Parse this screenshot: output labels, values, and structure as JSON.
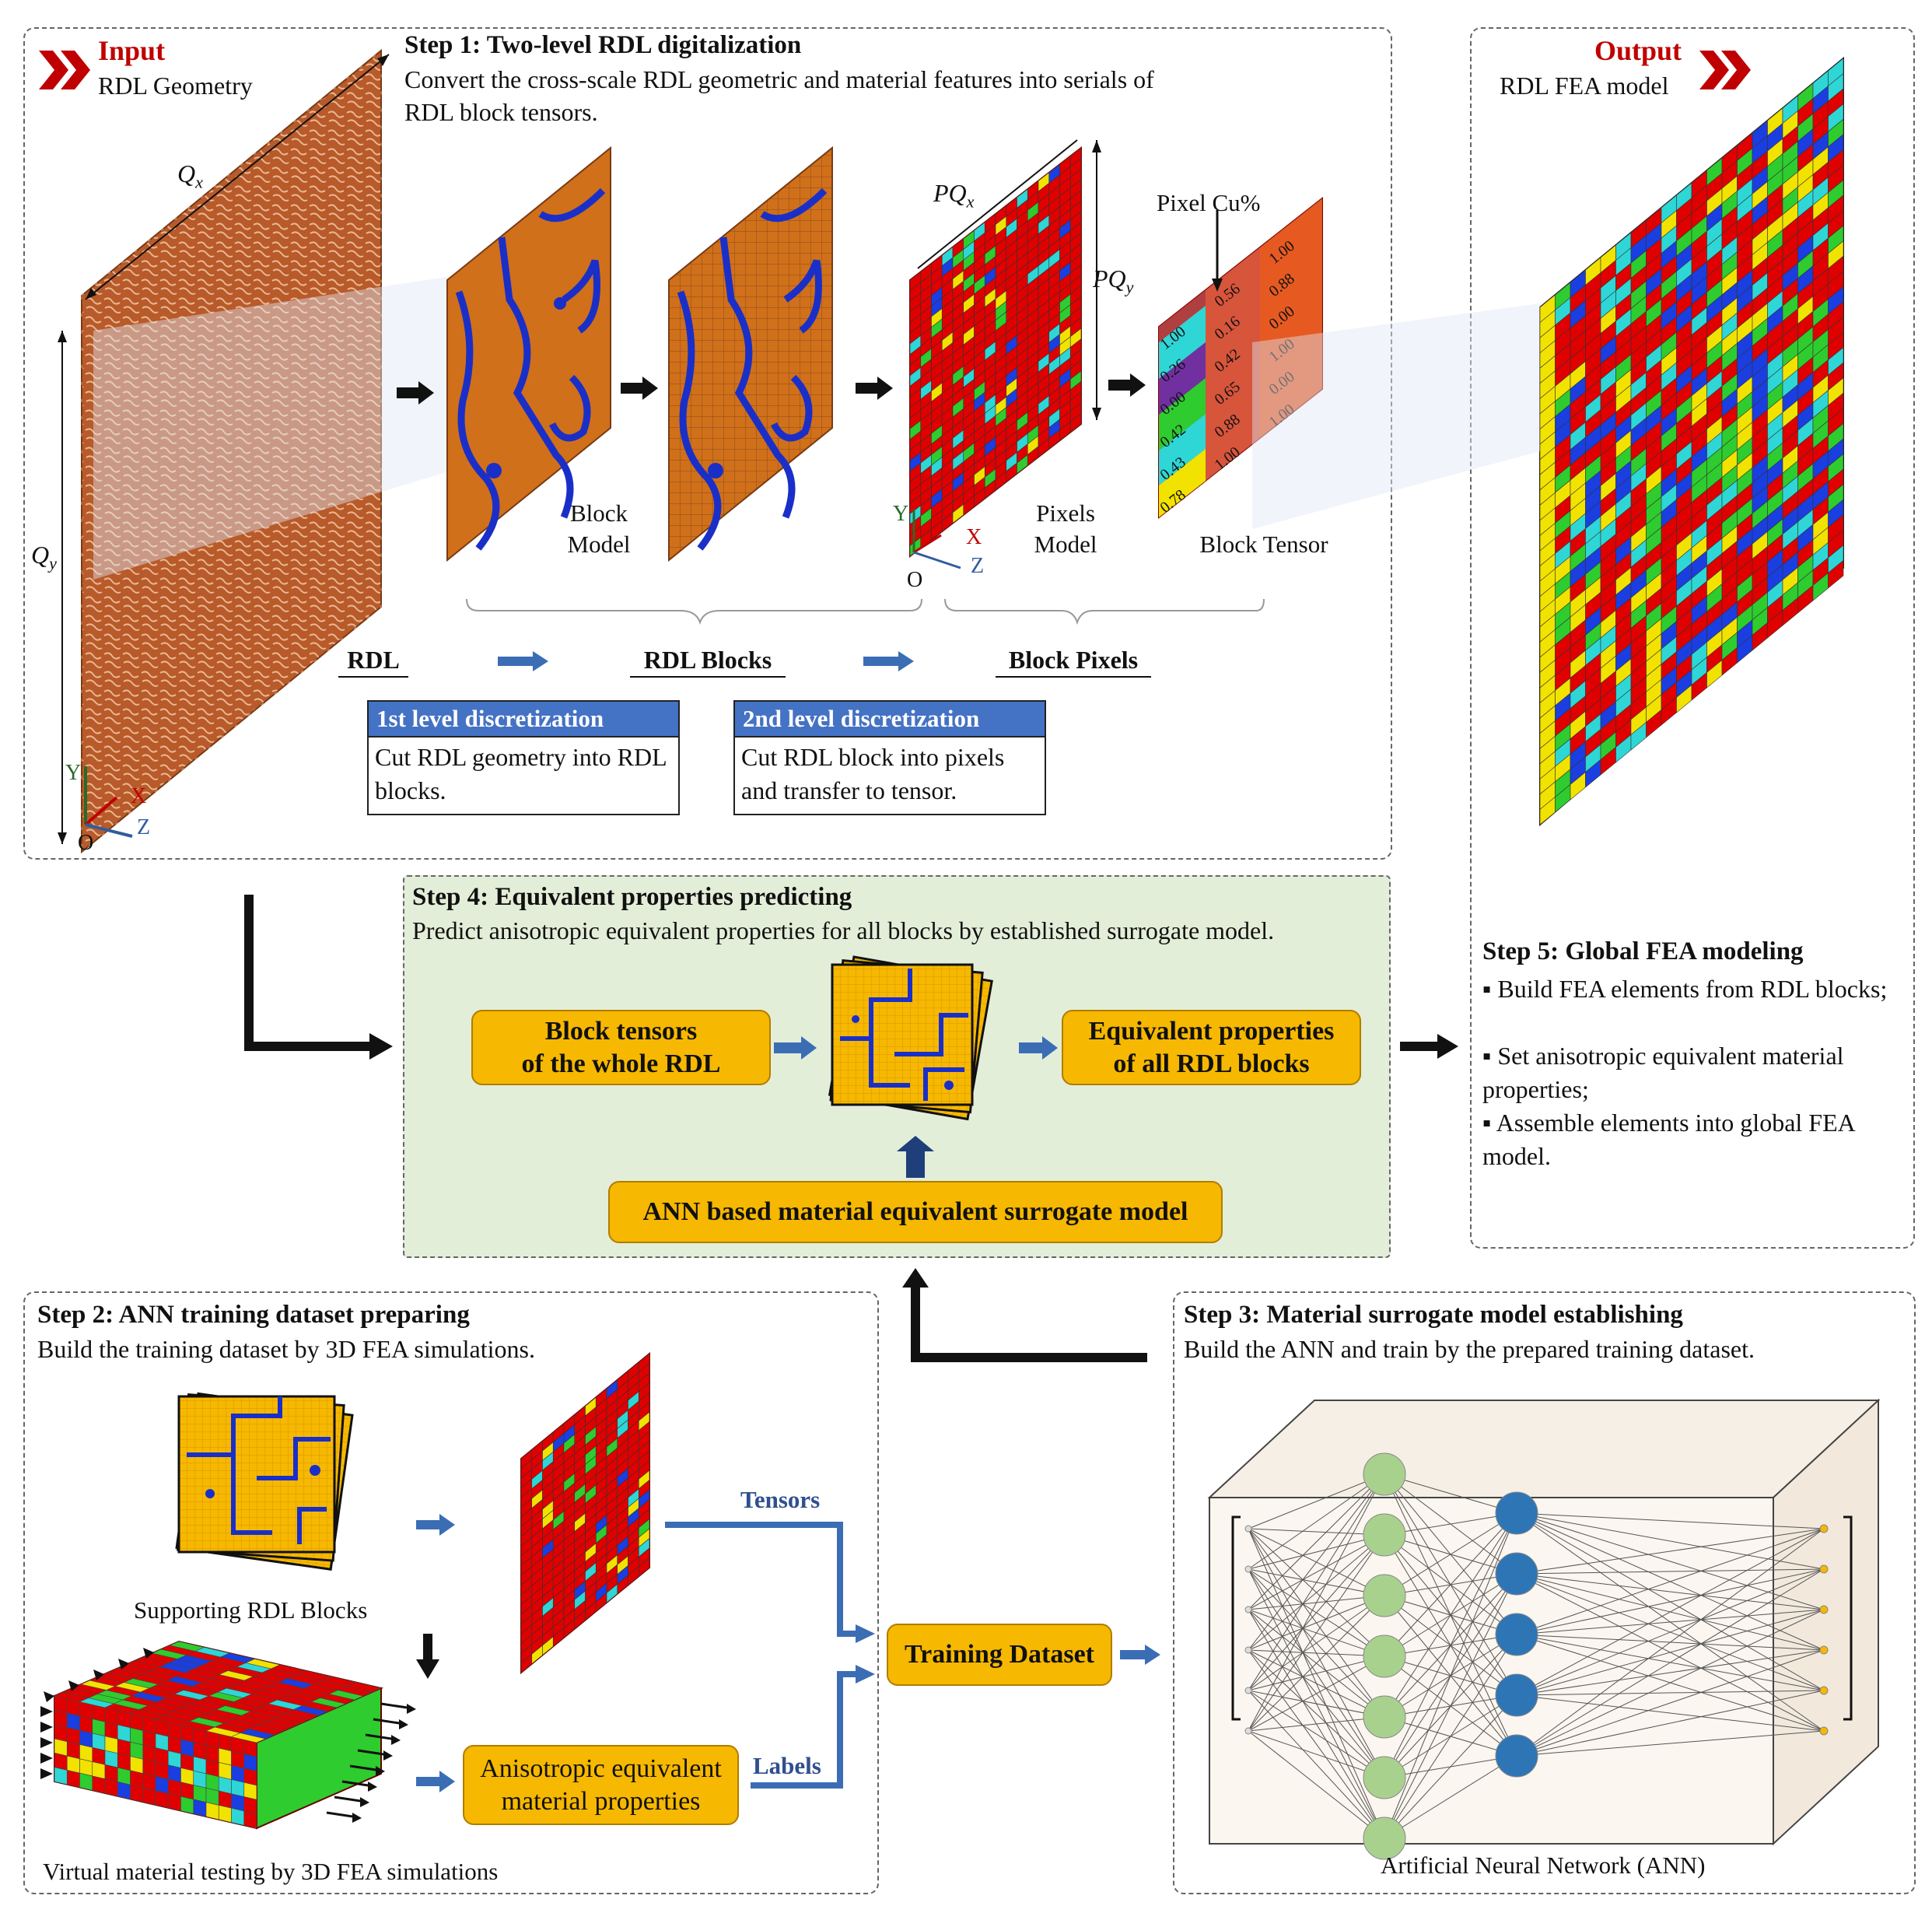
{
  "step1": {
    "input_tag": "Input",
    "input_sub": "RDL Geometry",
    "title": "Step 1: Two-level RDL digitalization",
    "desc_line1": "Convert the cross-scale RDL geometric and material features into serials of",
    "desc_line2": "RDL block tensors.",
    "qx": "Q",
    "qx_sub": "x",
    "qy": "Q",
    "qy_sub": "y",
    "pqx": "PQ",
    "pqx_sub": "x",
    "pqy": "PQ",
    "pqy_sub": "y",
    "pixel_cu": "Pixel Cu%",
    "block_model": [
      "Block",
      "Model"
    ],
    "pixels_model": [
      "Pixels",
      "Model"
    ],
    "block_tensor": "Block Tensor",
    "axis": {
      "x": "X",
      "y": "Y",
      "z": "Z",
      "o": "O"
    },
    "flow": [
      "RDL",
      "RDL Blocks",
      "Block Pixels"
    ],
    "level1": {
      "header": "1st level discretization",
      "body": "Cut RDL geometry into RDL blocks."
    },
    "level2": {
      "header": "2nd level discretization",
      "body": "Cut RDL block into pixels and transfer to tensor."
    },
    "tensor_values": [
      "1.00",
      "0.26",
      "0.00",
      "0.42",
      "0.43",
      "0.78",
      "0.56",
      "0.16",
      "0.42",
      "0.65",
      "0.88",
      "1.00",
      "1.00",
      "0.88",
      "0.00",
      "1.00",
      "0.00",
      "1.00"
    ]
  },
  "output": {
    "tag": "Output",
    "sub": "RDL FEA model"
  },
  "step4": {
    "title": "Step 4: Equivalent properties predicting",
    "desc": "Predict anisotropic equivalent properties for all blocks by established surrogate model.",
    "box_left": [
      "Block tensors",
      "of the whole RDL"
    ],
    "box_right": [
      "Equivalent properties",
      "of all RDL blocks"
    ],
    "box_bottom": "ANN based material equivalent surrogate model"
  },
  "step5": {
    "title": "Step 5: Global FEA modeling",
    "bullets": [
      "▪ Build FEA elements from RDL blocks;",
      "▪ Set anisotropic equivalent material properties;",
      "▪ Assemble elements into global FEA model."
    ]
  },
  "step2": {
    "title": "Step 2: ANN training dataset preparing",
    "desc": "Build the training dataset by 3D FEA simulations.",
    "supporting": "Supporting RDL Blocks",
    "virtual": "Virtual material testing by 3D FEA simulations",
    "aniso": [
      "Anisotropic equivalent",
      "material properties"
    ],
    "tensors": "Tensors",
    "labels": "Labels",
    "training": "Training Dataset"
  },
  "step3": {
    "title": "Step 3: Material surrogate model establishing",
    "desc": "Build the ANN and train by the prepared training dataset.",
    "caption": "Artificial Neural Network (ANN)"
  },
  "colors": {
    "copper": "#b85a2a",
    "orange": "#d0701a",
    "trace_blue": "#1a2fc8",
    "pixel_red": "#e00000",
    "pixel_green": "#2ecc2e",
    "pixel_cyan": "#2ed6d6",
    "pixel_yellow": "#f2e200",
    "pixel_blue": "#1a3ee0",
    "accent_yellow": "#f6b800",
    "arrow_blue": "#3b6db5",
    "step4_bg": "#e3eed9",
    "ann_green": "#a9d18e",
    "ann_blue": "#2e75b6"
  }
}
